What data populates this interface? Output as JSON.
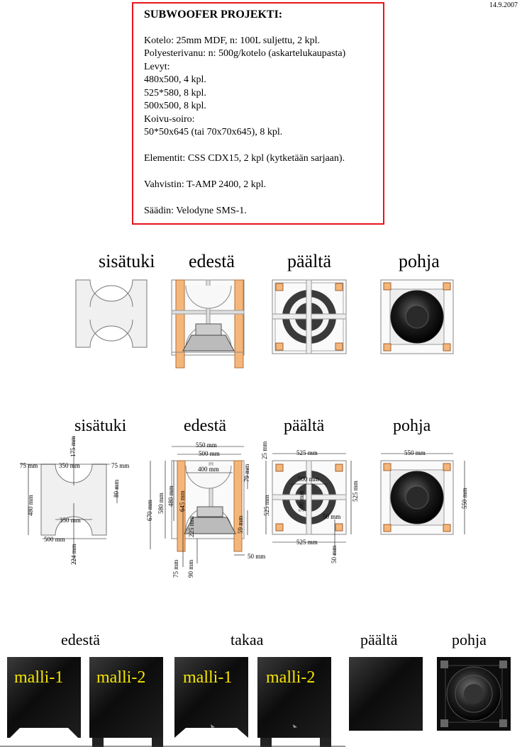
{
  "date": "14.9.2007",
  "spec": {
    "title": "SUBWOOFER PROJEKTI:",
    "lines": [
      "Kotelo: 25mm MDF, n: 100L suljettu, 2 kpl.",
      "Polyesterivanu: n: 500g/kotelo (askartelukaupasta)",
      "Levyt:",
      "480x500, 4 kpl.",
      "525*580, 8 kpl.",
      "500x500, 8 kpl.",
      "Koivu-soiro:",
      "50*50x645 (tai 70x70x645), 8 kpl."
    ],
    "elements": "Elementit: CSS CDX15, 2 kpl (kytketään sarjaan).",
    "amplifier": "Vahvistin: T-AMP 2400, 2 kpl.",
    "controller": "Säädin: Velodyne SMS-1."
  },
  "views": {
    "inner": "sisätuki",
    "front": "edestä",
    "top": "päältä",
    "bottom": "pohja",
    "back": "takaa"
  },
  "dims": {
    "d75": "75 mm",
    "d350": "350 mm",
    "d175": "175 mm",
    "d80": "80 mm",
    "d480": "480 mm",
    "d500": "500 mm",
    "d224": "224 mm",
    "d550": "550 mm",
    "d400": "400 mm",
    "d79": "79 mm",
    "d670": "670 mm",
    "d580": "580 mm",
    "d645": "645 mm",
    "d225": "225 mm",
    "d59": "59 mm",
    "d90": "90 mm",
    "d50": "50 mm",
    "d525": "525 mm",
    "d25": "25 mm"
  },
  "models": {
    "m1": "malli-1",
    "m2": "malli-2"
  },
  "colors": {
    "border_red": "#e8141b",
    "wood": "#f5b67a",
    "model_text": "#f5e400"
  }
}
